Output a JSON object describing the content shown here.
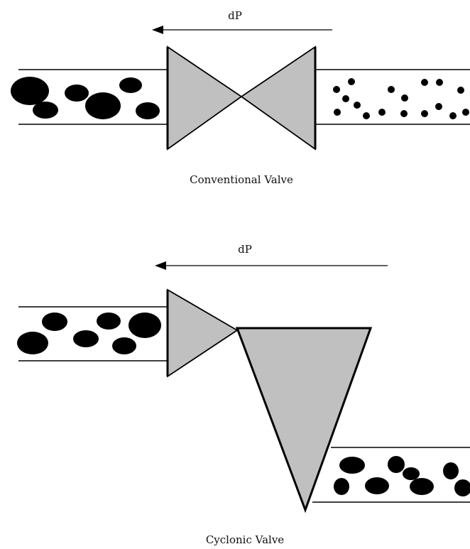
{
  "top_diagram": {
    "pressure_label": "dP",
    "caption": "Conventional Valve"
  },
  "bottom_diagram": {
    "pressure_label": "dP",
    "caption": "Cyclonic Valve"
  },
  "colors": {
    "valve_fill": "#c0c0c0",
    "stroke": "#000000",
    "droplet": "#000000",
    "background": "#ffffff"
  }
}
